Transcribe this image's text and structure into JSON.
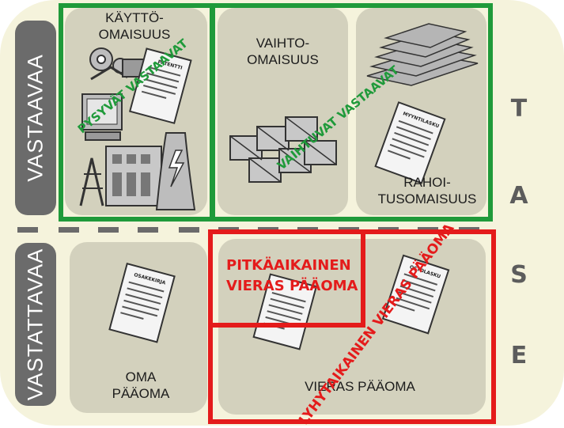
{
  "side_labels": {
    "assets": "VASTAAVAA",
    "liabilities": "VASTATTAVAA"
  },
  "boxes": {
    "fixed_assets": [
      "KÄYTTÖ-",
      "OMAISUUS"
    ],
    "current_assets": [
      "VAIHTO-",
      "OMAISUUS"
    ],
    "financial_assets": [
      "RAHOI-",
      "TUSOMAISUUS"
    ],
    "equity": [
      "OMA",
      "PÄÄOMA"
    ],
    "debt": "VIERAS PÄÄOMA"
  },
  "overlays": {
    "non_current_assets": "PYSYVÄT VASTAAVAT",
    "current_assets_group": "VAIHTUVAT VASTAAVAT",
    "long_term_debt": [
      "PITKÄAIKAINEN",
      "VIERAS PÄÄOMA"
    ],
    "short_term_debt": "LYHYTAIKAINEN VIERAS PÄÄOMA"
  },
  "document_labels": {
    "patent": "PATENTTI",
    "invoice": "MYYNTILASKU",
    "share": "OSAKEKIRJA",
    "bond": "OSTOLASKU"
  },
  "tase_letters": [
    "T",
    "A",
    "S",
    "E"
  ],
  "colors": {
    "green": "#1f9a3a",
    "red": "#e41b1b",
    "side_panel": "#6b6b6b",
    "box_fill": "#d3d1bd",
    "background": "#f5f3dc"
  },
  "icons": [
    "gear-icon",
    "factory-icon",
    "power-line-icon",
    "lightning-icon",
    "crate-icon",
    "money-stack-icon",
    "document-icon"
  ]
}
